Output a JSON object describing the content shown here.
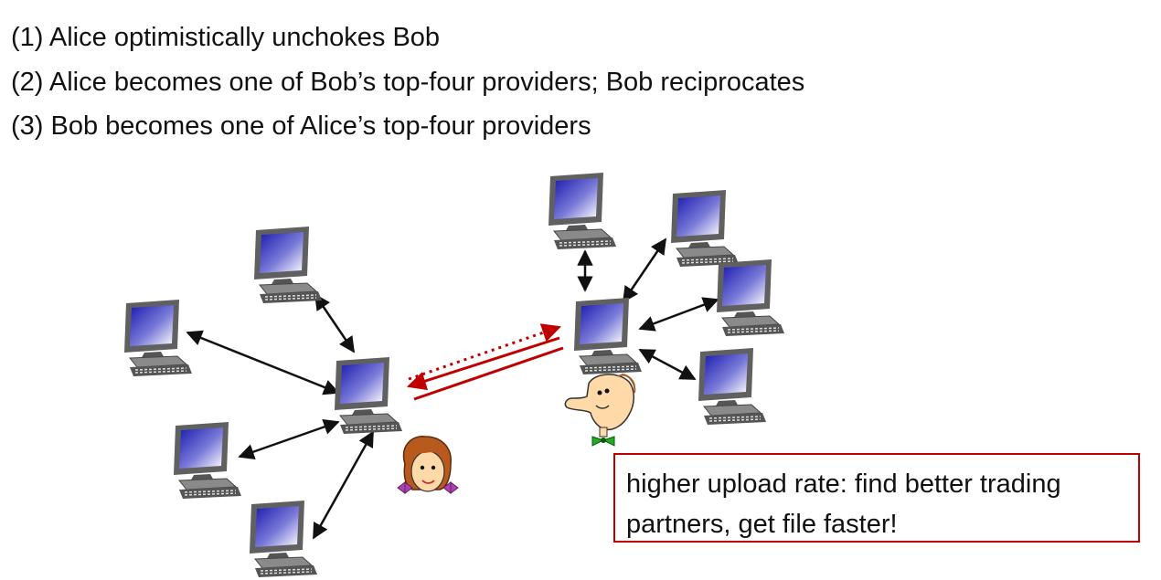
{
  "steps": [
    "(1) Alice optimistically unchokes Bob",
    "(2) Alice becomes one of Bob’s top-four providers; Bob reciprocates",
    "(3) Bob becomes one of Alice’s top-four providers"
  ],
  "note": {
    "line1": "higher upload rate: find better trading",
    "line2": "partners, get file faster!"
  },
  "colors": {
    "arrow": "#111111",
    "exchange": "#c00000",
    "screen_top": "#1b1bb0",
    "screen_bottom": "#ffffff",
    "note_border": "#c00000"
  },
  "icons": {
    "computer": "computer-icon",
    "alice": "alice-avatar-icon",
    "bob": "bob-avatar-icon"
  }
}
